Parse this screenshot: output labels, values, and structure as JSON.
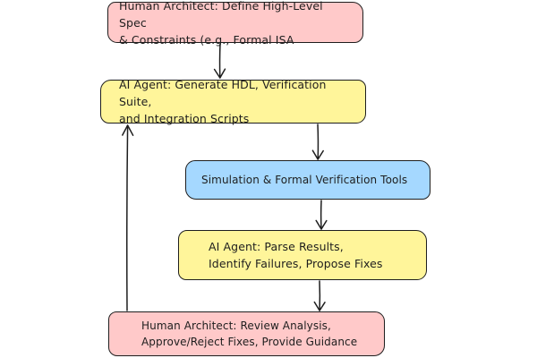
{
  "diagram": {
    "nodes": [
      {
        "id": "spec",
        "text": "Human Architect: Define High-Level Spec\n& Constraints (e.g., Formal ISA",
        "fill": "#ffc9c9"
      },
      {
        "id": "generate",
        "text": "AI Agent: Generate HDL, Verification Suite,\nand Integration Scripts",
        "fill": "#fff59a"
      },
      {
        "id": "sim",
        "text": "Simulation & Formal Verification Tools",
        "fill": "#a5d8ff"
      },
      {
        "id": "parse",
        "text": "AI Agent: Parse Results,\nIdentify Failures, Propose Fixes",
        "fill": "#fff59a"
      },
      {
        "id": "review",
        "text": "Human Architect: Review Analysis,\nApprove/Reject Fixes, Provide Guidance",
        "fill": "#ffc9c9"
      }
    ],
    "edges": [
      {
        "from": "spec",
        "to": "generate"
      },
      {
        "from": "generate",
        "to": "sim"
      },
      {
        "from": "sim",
        "to": "parse"
      },
      {
        "from": "parse",
        "to": "review"
      },
      {
        "from": "review",
        "to": "generate"
      }
    ],
    "stroke_color": "#1e1e1e"
  }
}
